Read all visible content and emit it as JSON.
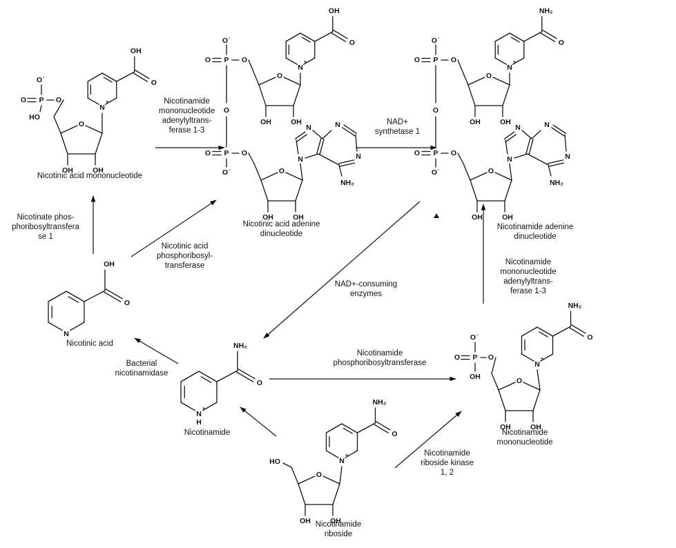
{
  "compounds": {
    "namn": "Nicotinic acid mononucleotide",
    "naad": "Nicotinic acid adenine\ndinucleotide",
    "nad": "Nicotinamide adenine\ndinucleotide",
    "na": "Nicotinic acid",
    "nam": "Nicotinamide",
    "nmn": "Nicotinamide\nmononucleotide",
    "nr": "Nicotinamide\nriboside"
  },
  "enzymes": {
    "nmnat_top": "Nicotinamide\nmononucleotide\nadenylyltrans-\nferase 1-3",
    "nadsyn": "NAD+\nsynthetase 1",
    "naprt": "Nicotinate phos-\nphoribosyltransfera\nse 1",
    "naprt2": "Nicotinic acid\nphosphoribosyl-\ntransferase",
    "consuming": "NAD+-consuming\nenzymes",
    "nmnat_right": "Nicotinamide\nmononucleotide\nadenylyltrans-\nferase 1-3",
    "pncA": "Bacterial\nnicotinamidase",
    "nampt": "Nicotinamide\nphosphoribosyltransferase",
    "nrk": "Nicotinamide\nriboside kinase\n1, 2"
  }
}
